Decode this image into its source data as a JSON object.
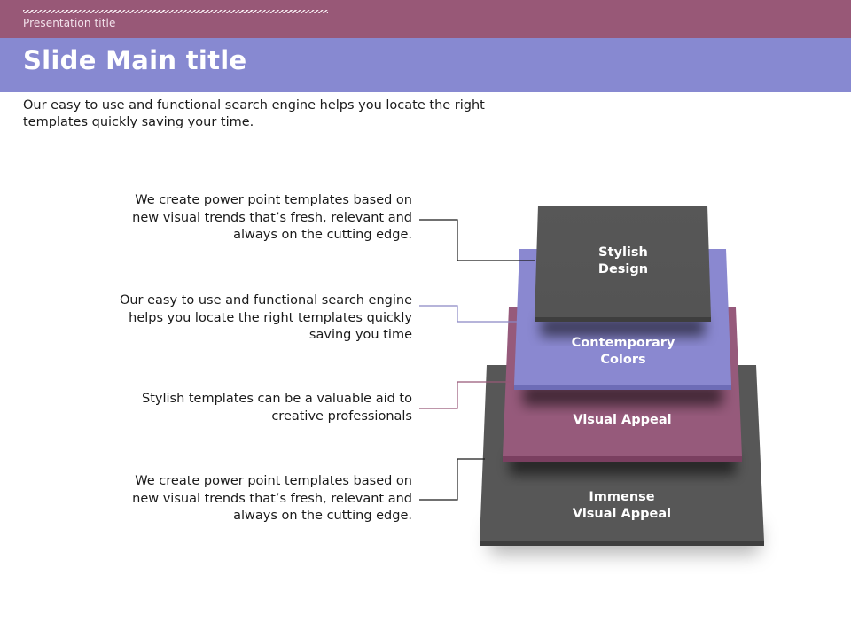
{
  "header": {
    "presentation_title": "Presentation title",
    "main_title": "Slide Main title"
  },
  "subtitle": "Our easy to use and functional search engine helps you locate the right templates quickly saving your time.",
  "colors": {
    "header_band": "#985877",
    "title_band": "#8789d1",
    "dark_layer": "#555555",
    "purple_layer": "#8a88d0",
    "plum_layer": "#965a7b"
  },
  "pyramid": {
    "layers": [
      {
        "line1": "Stylish",
        "line2": "Design",
        "color": "#555555"
      },
      {
        "line1": "Contemporary",
        "line2": "Colors",
        "color": "#8a88d0"
      },
      {
        "line1": "Visual Appeal",
        "line2": "",
        "color": "#965a7b"
      },
      {
        "line1": "Immense",
        "line2": "Visual Appeal",
        "color": "#555555"
      }
    ]
  },
  "descriptions": [
    {
      "lines": [
        "We create power point templates based on",
        "new visual trends that’s fresh, relevant and",
        "always on the cutting edge."
      ],
      "connector_color": "#1a1a1a"
    },
    {
      "lines": [
        "Our easy to use and functional search engine",
        "helps you locate the right templates quickly",
        "saving you time"
      ],
      "connector_color": "#8a88c4"
    },
    {
      "lines": [
        "Stylish templates can be a valuable aid to",
        "creative professionals"
      ],
      "connector_color": "#985877"
    },
    {
      "lines": [
        "We create power point templates based on",
        "new visual trends that’s fresh, relevant and",
        "always on the cutting edge."
      ],
      "connector_color": "#1a1a1a"
    }
  ]
}
